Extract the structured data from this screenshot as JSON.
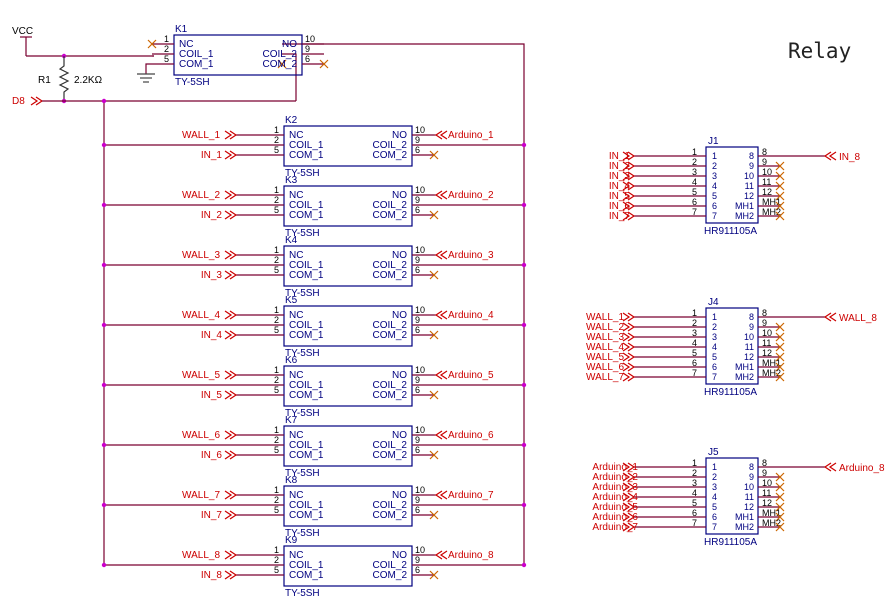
{
  "title": "Relay",
  "colors": {
    "wire": "#7a0030",
    "body": "#000080",
    "net": "#cc0000",
    "pin": "#7a0030",
    "junction": "#cc00cc",
    "nc": "#cc6600"
  },
  "vcc": "VCC",
  "d8": "D8",
  "r1": {
    "ref": "R1",
    "value": "2.2KΩ"
  },
  "relay_labels": {
    "nc": "NC",
    "coil1": "COIL_1",
    "com1": "COM_1",
    "no": "NO",
    "coil2": "COIL_2",
    "com2": "COM_2"
  },
  "relay_pins": {
    "p1": "1",
    "p2": "2",
    "p5": "5",
    "p10": "10",
    "p9": "9",
    "p6": "6"
  },
  "relays": [
    {
      "ref": "K1",
      "part": "TY-5SH",
      "left_net": "",
      "in_net": "",
      "right_net": ""
    },
    {
      "ref": "K2",
      "part": "TY-5SH",
      "left_net": "WALL_1",
      "in_net": "IN_1",
      "right_net": "Arduino_1"
    },
    {
      "ref": "K3",
      "part": "TY-5SH",
      "left_net": "WALL_2",
      "in_net": "IN_2",
      "right_net": "Arduino_2"
    },
    {
      "ref": "K4",
      "part": "TY-5SH",
      "left_net": "WALL_3",
      "in_net": "IN_3",
      "right_net": "Arduino_3"
    },
    {
      "ref": "K5",
      "part": "TY-5SH",
      "left_net": "WALL_4",
      "in_net": "IN_4",
      "right_net": "Arduino_4"
    },
    {
      "ref": "K6",
      "part": "TY-5SH",
      "left_net": "WALL_5",
      "in_net": "IN_5",
      "right_net": "Arduino_5"
    },
    {
      "ref": "K7",
      "part": "TY-5SH",
      "left_net": "WALL_6",
      "in_net": "IN_6",
      "right_net": "Arduino_6"
    },
    {
      "ref": "K8",
      "part": "TY-5SH",
      "left_net": "WALL_7",
      "in_net": "IN_7",
      "right_net": "Arduino_7"
    },
    {
      "ref": "K9",
      "part": "TY-5SH",
      "left_net": "WALL_8",
      "in_net": "IN_8",
      "right_net": "Arduino_8"
    }
  ],
  "conn_inner": [
    "1",
    "2",
    "3",
    "4",
    "5",
    "6",
    "7",
    "8",
    "9",
    "10",
    "11",
    "12",
    "MH1",
    "MH2"
  ],
  "conn_outer_left": [
    "1",
    "2",
    "3",
    "4",
    "5",
    "6",
    "7"
  ],
  "conn_outer_right": [
    "8",
    "9",
    "10",
    "11",
    "12",
    "MH1",
    "MH2"
  ],
  "connectors": [
    {
      "ref": "J1",
      "part": "HR911105A",
      "nets": [
        "IN_1",
        "IN_2",
        "IN_3",
        "IN_4",
        "IN_5",
        "IN_6",
        "IN_7"
      ],
      "right_net": "IN_8"
    },
    {
      "ref": "J4",
      "part": "HR911105A",
      "nets": [
        "WALL_1",
        "WALL_2",
        "WALL_3",
        "WALL_4",
        "WALL_5",
        "WALL_6",
        "WALL_7"
      ],
      "right_net": "WALL_8"
    },
    {
      "ref": "J5",
      "part": "HR911105A",
      "nets": [
        "Arduino_1",
        "Arduino_2",
        "Arduino_3",
        "Arduino_4",
        "Arduino_5",
        "Arduino_6",
        "Arduino_7"
      ],
      "right_net": "Arduino_8"
    }
  ]
}
